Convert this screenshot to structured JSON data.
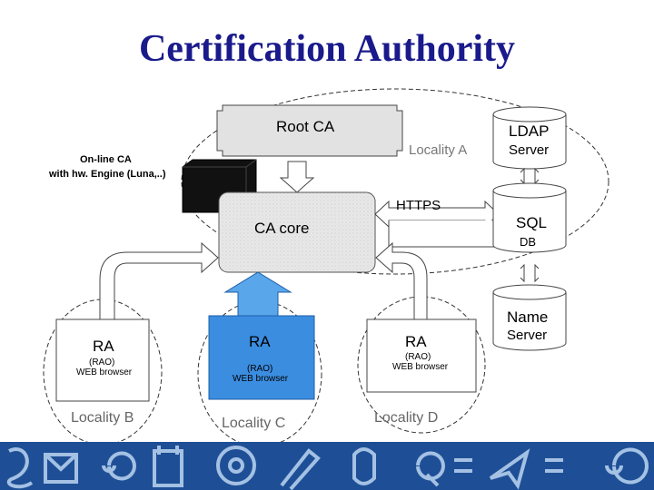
{
  "title": "Certification Authority",
  "nodes": {
    "root_ca": "Root CA",
    "locality_a": "Locality A",
    "online_ca_line1": "On-line CA",
    "online_ca_line2": "with hw. Engine (Luna,..)",
    "https": "HTTPS",
    "ca_core": "CA core",
    "ldap_line1": "LDAP",
    "ldap_line2": "Server",
    "sql_line1": "SQL",
    "sql_line2": "DB",
    "name_line1": "Name",
    "name_line2": "Server"
  },
  "localities": [
    {
      "ra": "RA",
      "rao": "(RAO)",
      "browser": "WEB browser",
      "locality": "Locality B"
    },
    {
      "ra": "RA",
      "rao": "(RAO)",
      "browser": "WEB browser",
      "locality": "Locality C"
    },
    {
      "ra": "RA",
      "rao": "(RAO)",
      "browser": "WEB browser",
      "locality": "Locality D"
    }
  ],
  "colors": {
    "title": "#1a1a8c",
    "highlight_box": "#3b8de0",
    "highlight_arrow": "#5aa6ea",
    "core_fill": "#e6e6e6",
    "footer": "#1e4f96"
  }
}
